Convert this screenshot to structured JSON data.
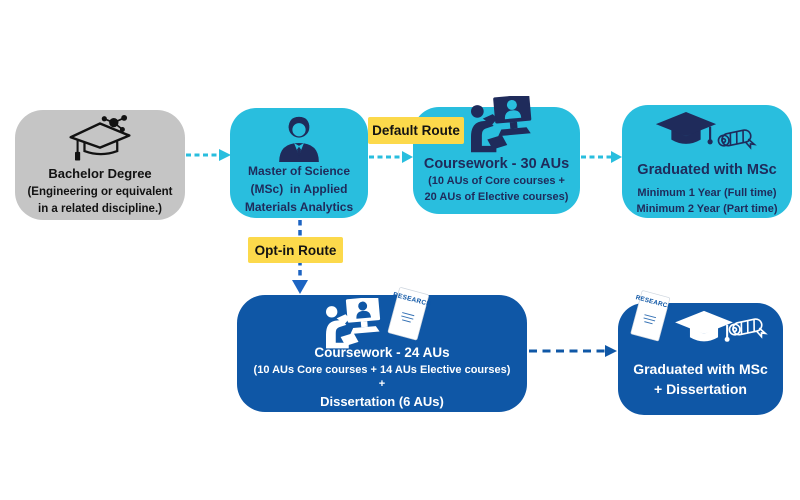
{
  "colors": {
    "cyan": "#29BEDE",
    "navy": "#1F2B5B",
    "dark_blue": "#0F57A6",
    "yellow": "#FCD94B",
    "gray": "#C5C5C5",
    "ink_black": "#121212",
    "white": "#FFFFFF",
    "arrow_blue": "#1C64C2"
  },
  "labels": {
    "default_route": "Default Route",
    "opt_in_route": "Opt-in Route"
  },
  "nodes": {
    "bachelor": {
      "title": "Bachelor Degree",
      "subtitle_lines": [
        "(Engineering or equivalent",
        "in a related discipline.)"
      ]
    },
    "msc": {
      "title_lines": [
        "Master of Science",
        "(MSc)  in Applied",
        "Materials Analytics"
      ]
    },
    "coursework30": {
      "title": "Coursework - 30 AUs",
      "subtitle_lines": [
        "(10 AUs of Core courses +",
        "20 AUs of Elective courses)"
      ]
    },
    "graduated_msc": {
      "title": "Graduated with MSc",
      "subtitle_lines": [
        "Minimum 1 Year (Full time)",
        "Minimum 2 Year (Part time)"
      ]
    },
    "coursework24": {
      "title": "Coursework - 24 AUs",
      "subtitle": "(10 AUs Core courses + 14 AUs Elective courses)",
      "plus": "+",
      "dissertation": "Dissertation (6 AUs)"
    },
    "graduated_dissertation": {
      "title_lines": [
        "Graduated with MSc",
        "+ Dissertation"
      ]
    }
  },
  "icons": {
    "research_text": "RESEARCH",
    "bachelor_icon": "graduation-cap-molecule-icon",
    "msc_icon": "student-person-icon",
    "coursework_icon": "online-learning-icon",
    "graduated_icons": [
      "graduation-cap-icon",
      "diploma-scroll-icon"
    ],
    "dissertation_icons": [
      "research-paper-icon",
      "graduation-cap-icon",
      "diploma-scroll-icon"
    ]
  }
}
